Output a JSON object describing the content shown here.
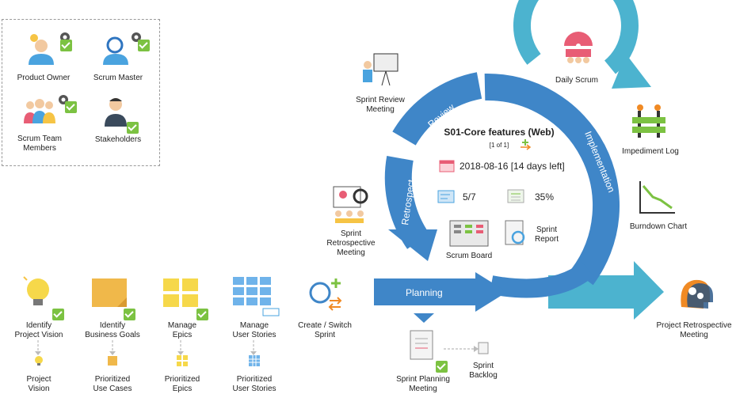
{
  "roles": [
    {
      "label": "Product Owner"
    },
    {
      "label": "Scrum Master"
    },
    {
      "label": "Scrum Team\nMembers"
    },
    {
      "label": "Stakeholders"
    }
  ],
  "cycle": {
    "review": "Review",
    "retrospect": "Retrospect",
    "implementation": "Implementation",
    "planning": "Planning"
  },
  "sprint": {
    "title": "S01-Core features (Web)",
    "pager": "[1 of 1]",
    "dates": "2018-08-16 [14 days left]",
    "tasks": "5/7",
    "progress": "35%",
    "scrum_board": "Scrum Board",
    "report": "Sprint\nReport"
  },
  "meetings": {
    "daily_scrum": "Daily Scrum",
    "review": "Sprint Review\nMeeting",
    "retrospective": "Sprint Retrospective\nMeeting",
    "impediment_log": "Impediment Log",
    "burndown": "Burndown Chart",
    "project_retro": "Project Retrospective\nMeeting",
    "planning_meeting": "Sprint Planning\nMeeting",
    "sprint_backlog": "Sprint\nBacklog"
  },
  "pipeline": [
    {
      "action": "Identify\nProject Vision",
      "output": "Project\nVision"
    },
    {
      "action": "Identify\nBusiness Goals",
      "output": "Prioritized\nUse Cases"
    },
    {
      "action": "Manage\nEpics",
      "output": "Prioritized\nEpics"
    },
    {
      "action": "Manage\nUser Stories",
      "output": "Prioritized\nUser Stories"
    },
    {
      "action": "Create / Switch\nSprint"
    }
  ],
  "colors": {
    "cycle_blue": "#3f86c8",
    "daily_teal": "#4cb3cf",
    "check_green": "#7cc242",
    "sticky_yellow": "#f6d84a",
    "sticky_orange": "#f0b84a",
    "story_blue": "#6fb3ea"
  }
}
